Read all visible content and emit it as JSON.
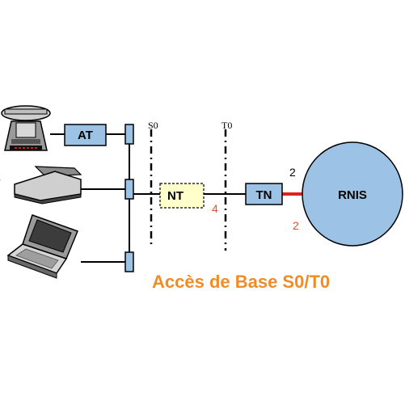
{
  "diagram": {
    "title": "Accès de Base S0/T0",
    "reference_points": {
      "s0": "S0",
      "t0": "T0"
    },
    "boxes": {
      "at": "AT",
      "nt": "NT",
      "tn": "TN"
    },
    "network": "RNIS",
    "wire_counts": {
      "nt_tn": "4",
      "tn_rnis_top": "2",
      "tn_rnis_bottom": "2"
    },
    "devices": [
      "telephone-icon",
      "fax-icon",
      "laptop-icon"
    ],
    "colors": {
      "box_fill": "#9cc3e6",
      "nt_fill": "#ffffcc",
      "rnis_fill": "#9cc3e6",
      "link_red": "#dd2222",
      "title": "#f08c28",
      "wire_count_red": "#e0502a"
    }
  }
}
